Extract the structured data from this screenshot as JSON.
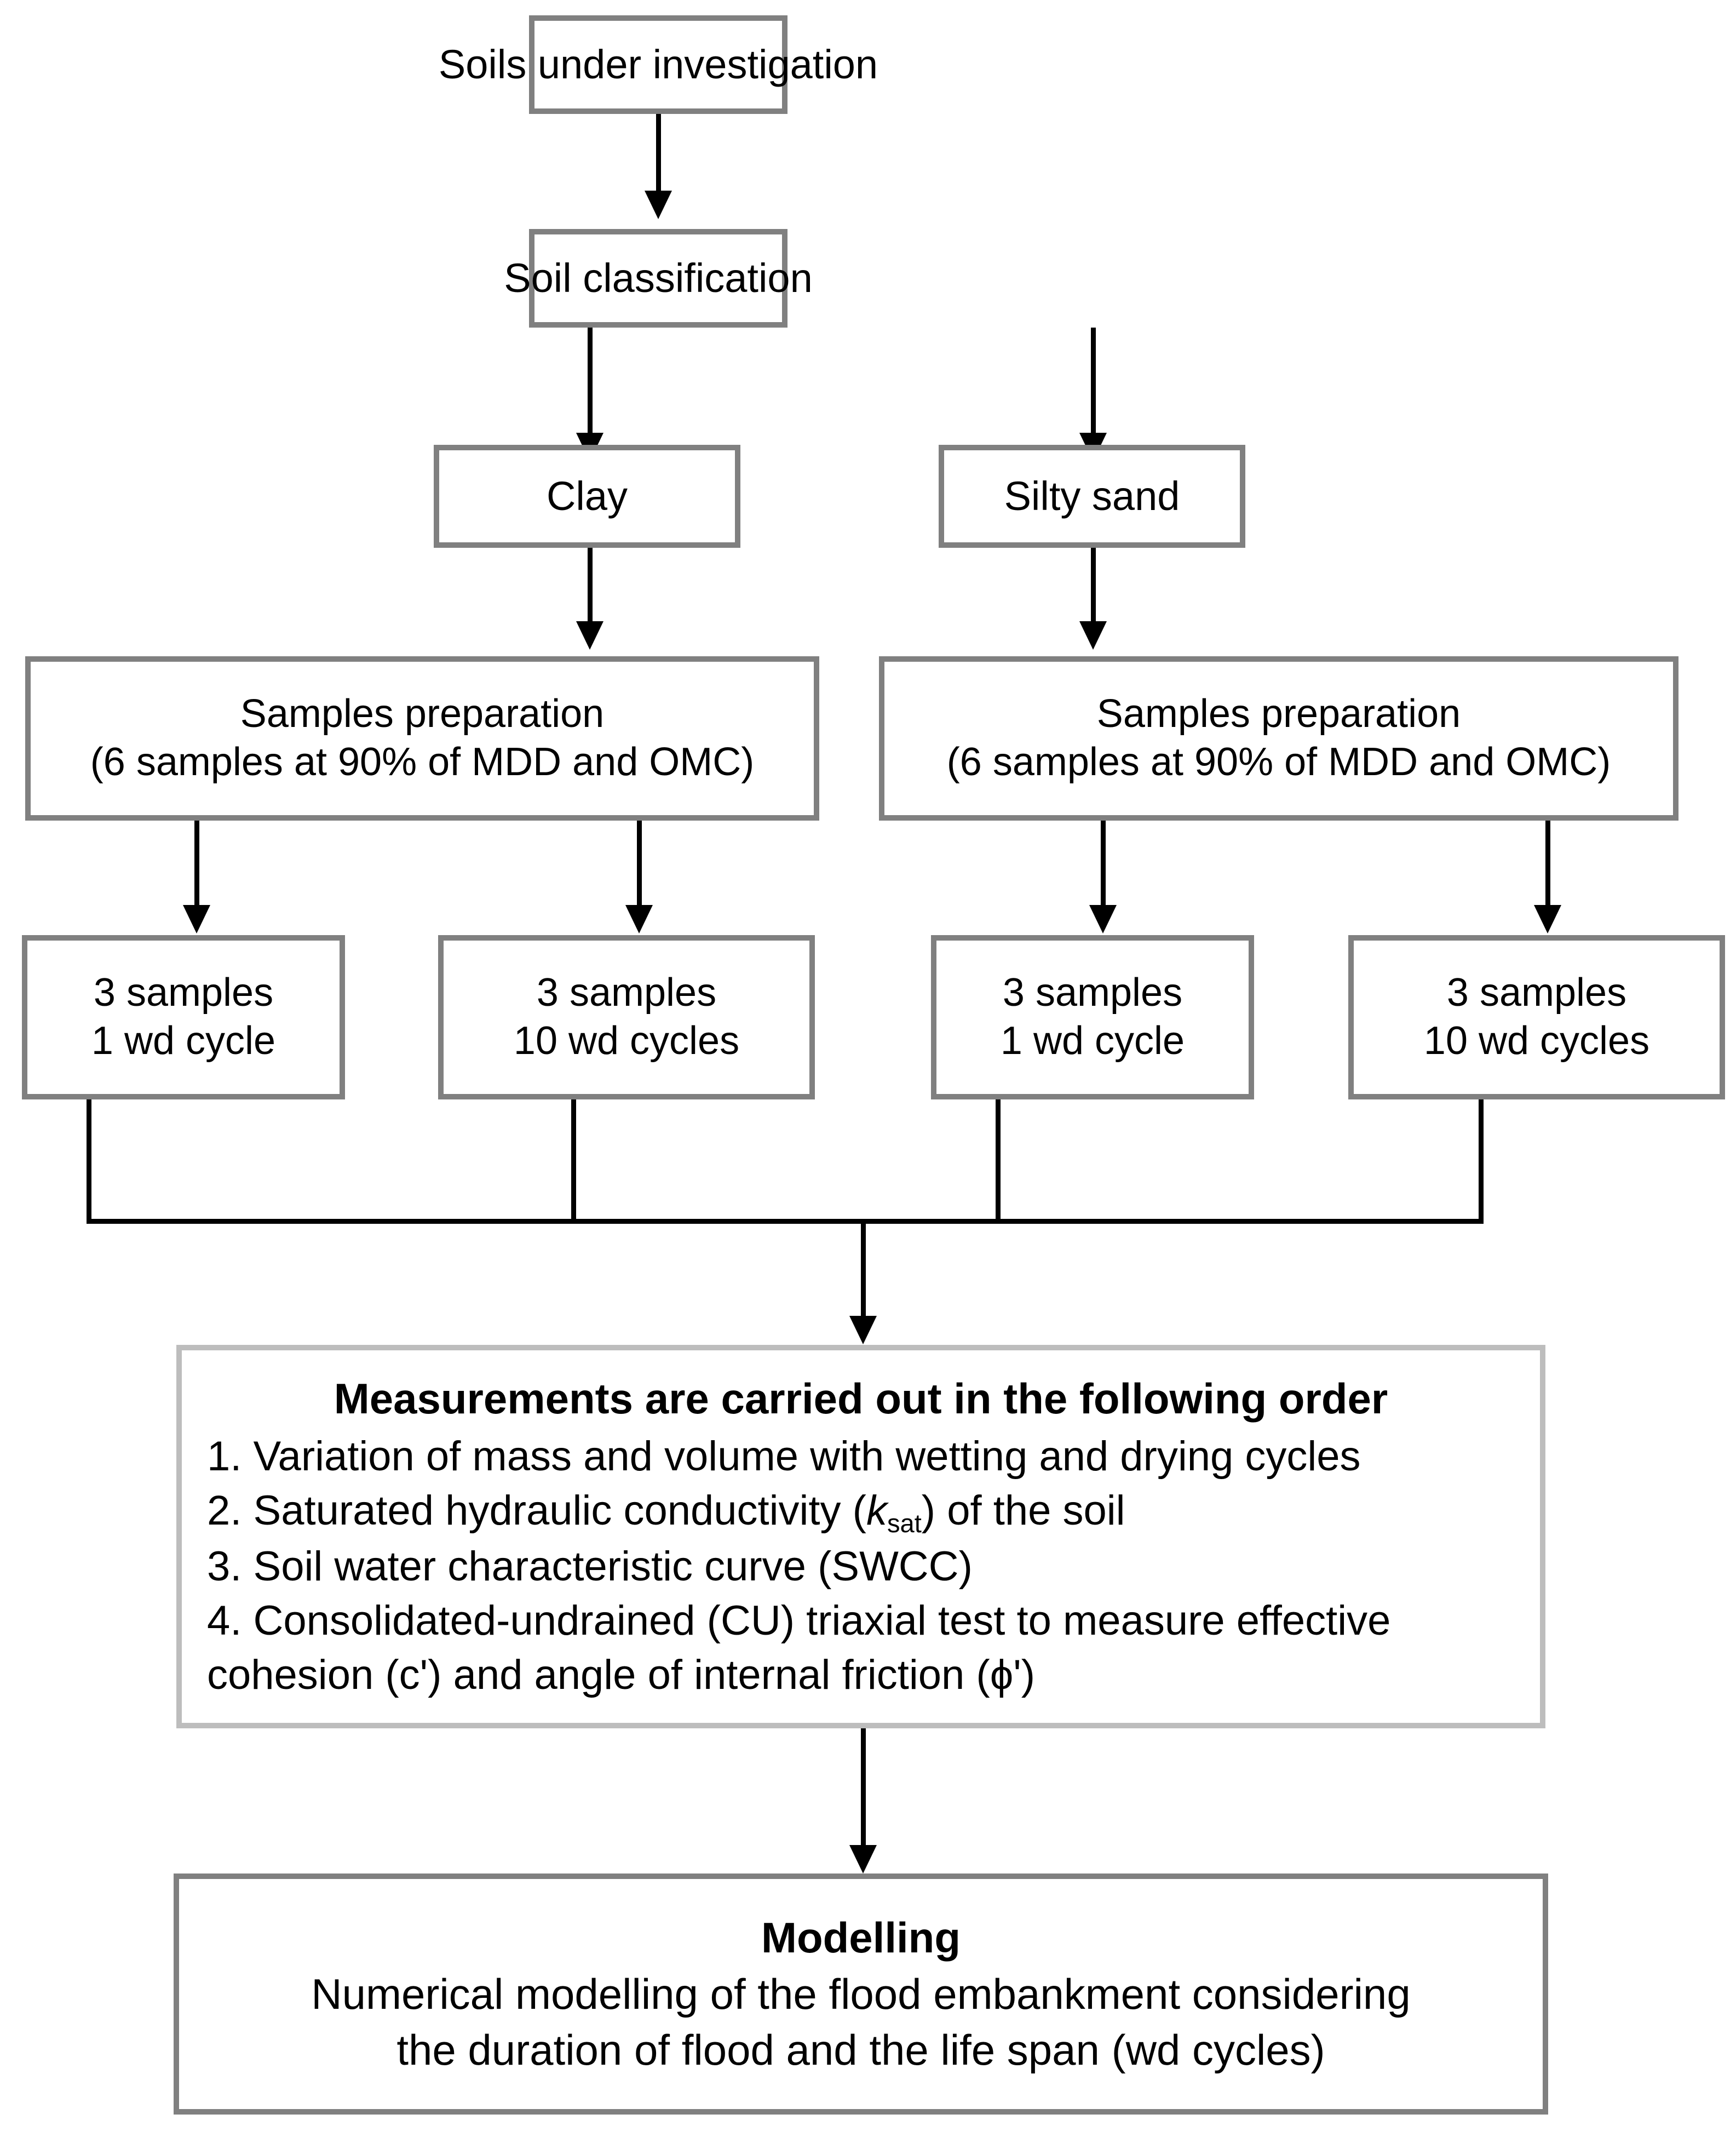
{
  "diagram": {
    "title": "Experimental programme flowchart",
    "colors": {
      "box_border_dark": "#808080",
      "box_border_light": "#bdbdbd",
      "connector": "#000000",
      "background": "#ffffff",
      "text": "#000000"
    }
  },
  "nodes": {
    "soils": {
      "label": "Soils under investigation"
    },
    "classification": {
      "label": "Soil classification"
    },
    "clay": {
      "label": "Clay"
    },
    "silty_sand": {
      "label": "Silty sand"
    },
    "prep_left": {
      "line1": "Samples preparation",
      "line2": "(6 samples at 90% of MDD and OMC)"
    },
    "prep_right": {
      "line1": "Samples preparation",
      "line2": "(6 samples at 90% of MDD and OMC)"
    },
    "clay_1wd": {
      "line1": "3 samples",
      "line2": "1 wd cycle"
    },
    "clay_10wd": {
      "line1": "3 samples",
      "line2": "10 wd cycles"
    },
    "sand_1wd": {
      "line1": "3 samples",
      "line2": "1 wd cycle"
    },
    "sand_10wd": {
      "line1": "3 samples",
      "line2": "10 wd cycles"
    },
    "measurements": {
      "title": "Measurements are carried out in the following order",
      "item1": "1. Variation of mass and volume with wetting and drying cycles",
      "item2_pre": "2. Saturated hydraulic conductivity (",
      "item2_sym": "k",
      "item2_sub": "sat",
      "item2_post": ") of the soil",
      "item3": "3. Soil water characteristic curve (SWCC)",
      "item4": "4. Consolidated-undrained (CU) triaxial test to measure effective cohesion (c') and angle of internal friction (ϕ')"
    },
    "modelling": {
      "title": "Modelling",
      "line1": "Numerical modelling of the flood embankment considering",
      "line2": "the duration of flood and the life span (wd cycles)"
    }
  }
}
